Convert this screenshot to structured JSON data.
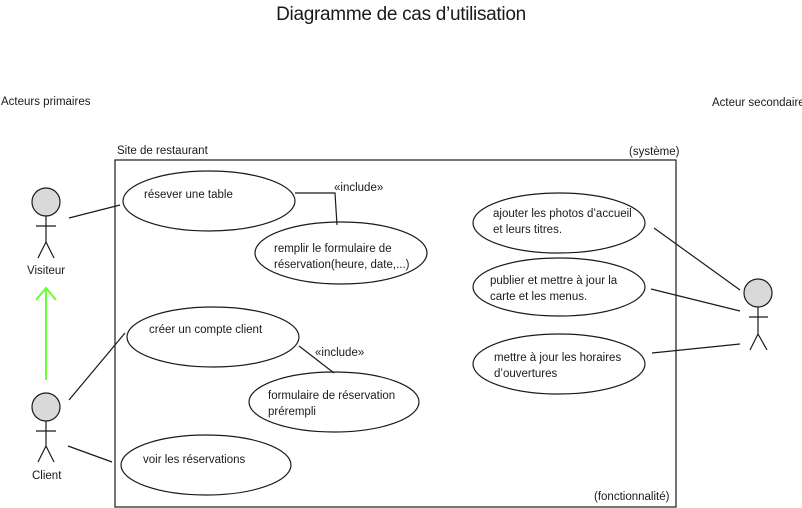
{
  "title": "Diagramme de cas d’utilisation",
  "labels": {
    "primary_actors": "Acteurs primaires",
    "secondary_actor": "Acteur secondaire",
    "system_name": "Site de restaurant",
    "system_tag": "(système)",
    "functionality_tag": "(fonctionnalité)"
  },
  "actors": {
    "visitor": "Visiteur",
    "client": "Client"
  },
  "use_cases": {
    "reserve_table": {
      "line1": "résever une table",
      "line2": ""
    },
    "fill_form": {
      "line1": "remplir le formulaire de",
      "line2": "réservation(heure, date,...)"
    },
    "create_account": {
      "line1": "créer un compte client",
      "line2": ""
    },
    "prefilled_form": {
      "line1": "formulaire de réservation",
      "line2": "prérempli"
    },
    "view_reservations": {
      "line1": "voir les réservations",
      "line2": ""
    },
    "add_photos": {
      "line1": "ajouter les photos d’accueil",
      "line2": "et leurs titres."
    },
    "publish_menu": {
      "line1": "publier et mettre à jour la",
      "line2": "carte et les menus."
    },
    "update_hours": {
      "line1": "mettre à jour les horaires",
      "line2": "d’ouvertures"
    }
  },
  "relations": {
    "include_1": "«include»",
    "include_2": "«include»"
  },
  "colors": {
    "stroke": "#1a1a1a",
    "actor_head_fill": "#d9d9d9",
    "generalization_arrow": "#66ff33"
  }
}
